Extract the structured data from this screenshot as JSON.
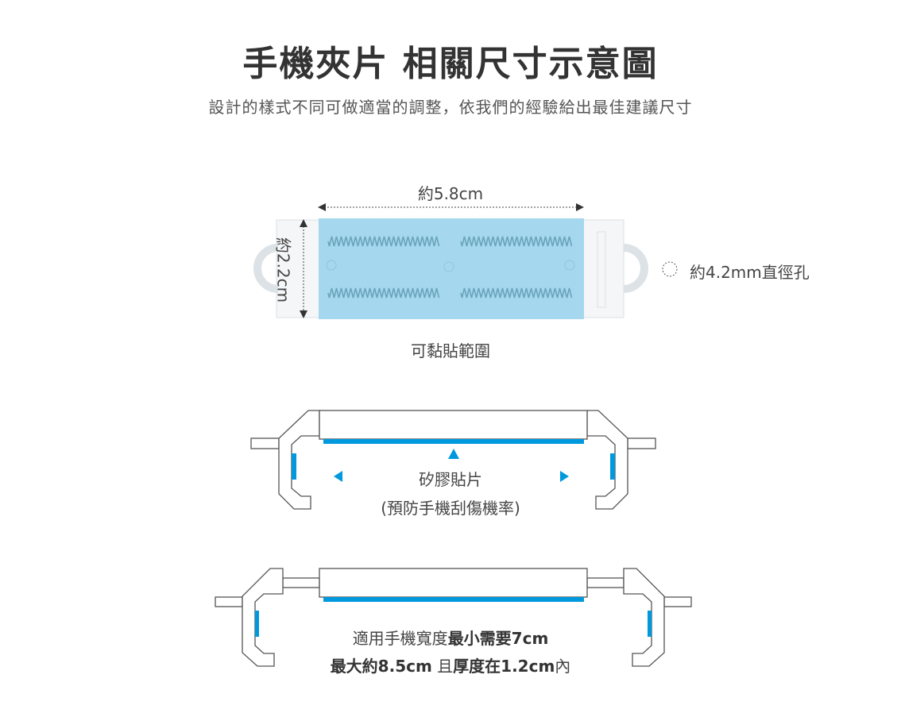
{
  "title": "手機夾片 相關尺寸示意圖",
  "subtitle": "設計的樣式不同可做適當的調整，依我們的經驗給出最佳建議尺寸",
  "photo_diagram": {
    "width_label": "約5.8cm",
    "height_label": "約2.2cm",
    "hole_label": "約4.2mm直徑孔",
    "adhesive_area_label": "可黏貼範圍"
  },
  "clip_diagram": {
    "pad_label": "矽膠貼片",
    "pad_note": "(預防手機刮傷機率)"
  },
  "fit_diagram": {
    "line1_regular": "適用手機寬度",
    "line1_bold": "最小需要7cm",
    "line2_bold_a": "最大約8.5cm",
    "line2_regular_a": " 且",
    "line2_bold_b": "厚度在1.2cm",
    "line2_regular_b": "內"
  },
  "colors": {
    "accent": "#0099dd",
    "pad_blue": "#a5d7ee",
    "outline": "#555555"
  }
}
